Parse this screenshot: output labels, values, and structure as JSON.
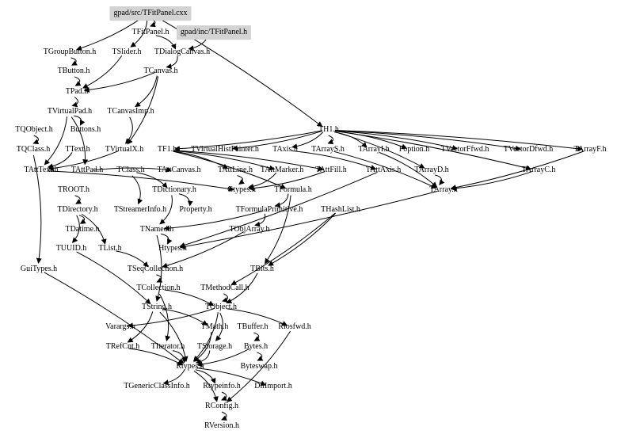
{
  "diagram": {
    "title": "Include dependency graph for gpad/src/TFitPanel.cxx",
    "highlight_color": "#d3d3d3",
    "nodes": [
      {
        "id": "TFitPanel_cxx",
        "label": "gpad/src/TFitPanel.cxx",
        "highlight": true
      },
      {
        "id": "TFitPanel_h",
        "label": "TFitPanel.h"
      },
      {
        "id": "inc_TFitPanel_h",
        "label": "gpad/inc/TFitPanel.h",
        "highlight": true
      },
      {
        "id": "TGroupButton",
        "label": "TGroupButton.h"
      },
      {
        "id": "TSlider",
        "label": "TSlider.h"
      },
      {
        "id": "TDialogCanvas",
        "label": "TDialogCanvas.h"
      },
      {
        "id": "TButton",
        "label": "TButton.h"
      },
      {
        "id": "TCanvas",
        "label": "TCanvas.h"
      },
      {
        "id": "TPad",
        "label": "TPad.h"
      },
      {
        "id": "TVirtualPad",
        "label": "TVirtualPad.h"
      },
      {
        "id": "TCanvasImp",
        "label": "TCanvasImp.h"
      },
      {
        "id": "TQObject",
        "label": "TQObject.h"
      },
      {
        "id": "Buttons",
        "label": "Buttons.h"
      },
      {
        "id": "TH1",
        "label": "TH1.h"
      },
      {
        "id": "TQClass",
        "label": "TQClass.h"
      },
      {
        "id": "TText",
        "label": "TText.h"
      },
      {
        "id": "TVirtualX",
        "label": "TVirtualX.h"
      },
      {
        "id": "TF1",
        "label": "TF1.h"
      },
      {
        "id": "TVirtualHistPainter",
        "label": "TVirtualHistPainter.h"
      },
      {
        "id": "TAxis",
        "label": "TAxis.h"
      },
      {
        "id": "TArrayS",
        "label": "TArrayS.h"
      },
      {
        "id": "TArrayI",
        "label": "TArrayI.h"
      },
      {
        "id": "Foption",
        "label": "Foption.h"
      },
      {
        "id": "TVectorFfwd",
        "label": "TVectorFfwd.h"
      },
      {
        "id": "TVectorDfwd",
        "label": "TVectorDfwd.h"
      },
      {
        "id": "TArrayF",
        "label": "TArrayF.h"
      },
      {
        "id": "TAttText",
        "label": "TAttText.h"
      },
      {
        "id": "TAttPad",
        "label": "TAttPad.h"
      },
      {
        "id": "TClass",
        "label": "TClass.h"
      },
      {
        "id": "TAttCanvas",
        "label": "TAttCanvas.h"
      },
      {
        "id": "TAttLine",
        "label": "TAttLine.h"
      },
      {
        "id": "TAttMarker",
        "label": "TAttMarker.h"
      },
      {
        "id": "TAttFill",
        "label": "TAttFill.h"
      },
      {
        "id": "TAttAxis",
        "label": "TAttAxis.h"
      },
      {
        "id": "TArrayD",
        "label": "TArrayD.h"
      },
      {
        "id": "TArrayC",
        "label": "TArrayC.h"
      },
      {
        "id": "TROOT",
        "label": "TROOT.h"
      },
      {
        "id": "TDictionary",
        "label": "TDictionary.h"
      },
      {
        "id": "Gtypes",
        "label": "Gtypes.h"
      },
      {
        "id": "TFormula",
        "label": "TFormula.h"
      },
      {
        "id": "TArray",
        "label": "TArray.h"
      },
      {
        "id": "TDirectory",
        "label": "TDirectory.h"
      },
      {
        "id": "TStreamerInfo",
        "label": "TStreamerInfo.h"
      },
      {
        "id": "Property",
        "label": "Property.h"
      },
      {
        "id": "TFormulaPrimitive",
        "label": "TFormulaPrimitive.h"
      },
      {
        "id": "THashList",
        "label": "THashList.h"
      },
      {
        "id": "TDatime",
        "label": "TDatime.h"
      },
      {
        "id": "TNamed",
        "label": "TNamed.h"
      },
      {
        "id": "TObjArray",
        "label": "TObjArray.h"
      },
      {
        "id": "TUUID",
        "label": "TUUID.h"
      },
      {
        "id": "TList",
        "label": "TList.h"
      },
      {
        "id": "Htypes",
        "label": "Htypes.h"
      },
      {
        "id": "GuiTypes",
        "label": "GuiTypes.h"
      },
      {
        "id": "TSeqCollection",
        "label": "TSeqCollection.h"
      },
      {
        "id": "TBits",
        "label": "TBits.h"
      },
      {
        "id": "TCollection",
        "label": "TCollection.h"
      },
      {
        "id": "TMethodCall",
        "label": "TMethodCall.h"
      },
      {
        "id": "TString",
        "label": "TString.h"
      },
      {
        "id": "TObject",
        "label": "TObject.h"
      },
      {
        "id": "Varargs",
        "label": "Varargs.h"
      },
      {
        "id": "TMath",
        "label": "TMath.h"
      },
      {
        "id": "TBuffer",
        "label": "TBuffer.h"
      },
      {
        "id": "Riosfwd",
        "label": "Riosfwd.h"
      },
      {
        "id": "TRefCnt",
        "label": "TRefCnt.h"
      },
      {
        "id": "TIterator",
        "label": "TIterator.h"
      },
      {
        "id": "TStorage",
        "label": "TStorage.h"
      },
      {
        "id": "Bytes",
        "label": "Bytes.h"
      },
      {
        "id": "Rtypes",
        "label": "Rtypes.h"
      },
      {
        "id": "Byteswap",
        "label": "Byteswap.h"
      },
      {
        "id": "TGenericClassInfo",
        "label": "TGenericClassInfo.h"
      },
      {
        "id": "Rtypeinfo",
        "label": "Rtypeinfo.h"
      },
      {
        "id": "DllImport",
        "label": "DllImport.h"
      },
      {
        "id": "RConfig",
        "label": "RConfig.h"
      },
      {
        "id": "RVersion",
        "label": "RVersion.h"
      }
    ],
    "edges": [
      [
        "TFitPanel_cxx",
        "TFitPanel_h"
      ],
      [
        "TFitPanel_cxx",
        "TGroupButton"
      ],
      [
        "TFitPanel_cxx",
        "TSlider"
      ],
      [
        "TFitPanel_cxx",
        "TH1"
      ],
      [
        "TFitPanel_h",
        "TDialogCanvas"
      ],
      [
        "inc_TFitPanel_h",
        "TDialogCanvas"
      ],
      [
        "TGroupButton",
        "TButton"
      ],
      [
        "TDialogCanvas",
        "TCanvas"
      ],
      [
        "TSlider",
        "TPad"
      ],
      [
        "TButton",
        "TPad"
      ],
      [
        "TCanvas",
        "TPad"
      ],
      [
        "TPad",
        "TVirtualPad"
      ],
      [
        "TCanvas",
        "TCanvasImp"
      ],
      [
        "TVirtualPad",
        "Buttons"
      ],
      [
        "TCanvasImp",
        "TVirtualX"
      ],
      [
        "TQObject",
        "TQClass"
      ],
      [
        "TCanvas",
        "TVirtualX"
      ],
      [
        "TH1",
        "TF1"
      ],
      [
        "TH1",
        "TAxis"
      ],
      [
        "TH1",
        "TArrayS"
      ],
      [
        "TH1",
        "TArrayI"
      ],
      [
        "TH1",
        "Foption"
      ],
      [
        "TH1",
        "TVectorFfwd"
      ],
      [
        "TH1",
        "TVectorDfwd"
      ],
      [
        "TH1",
        "TArrayF"
      ],
      [
        "TH1",
        "TArrayD"
      ],
      [
        "TH1",
        "TArrayC"
      ],
      [
        "TH1",
        "TVirtualHistPainter"
      ],
      [
        "TVirtualPad",
        "TAttText"
      ],
      [
        "TVirtualPad",
        "TAttPad"
      ],
      [
        "TText",
        "TAttText"
      ],
      [
        "TVirtualX",
        "TAttText"
      ],
      [
        "TAttPad",
        "TAttCanvas"
      ],
      [
        "TF1",
        "TAttLine"
      ],
      [
        "TF1",
        "TAttMarker"
      ],
      [
        "TF1",
        "TAttFill"
      ],
      [
        "TAxis",
        "TAttAxis"
      ],
      [
        "TArrayS",
        "TArray"
      ],
      [
        "TArrayI",
        "TArray"
      ],
      [
        "TArrayF",
        "TArray"
      ],
      [
        "TArrayD",
        "TArray"
      ],
      [
        "TArrayC",
        "TArray"
      ],
      [
        "TAttLine",
        "Gtypes"
      ],
      [
        "TAttMarker",
        "Gtypes"
      ],
      [
        "TAttFill",
        "Gtypes"
      ],
      [
        "TAttText",
        "Gtypes"
      ],
      [
        "TF1",
        "TFormula"
      ],
      [
        "TClass",
        "TDictionary"
      ],
      [
        "TClass",
        "TStreamerInfo"
      ],
      [
        "TDictionary",
        "Property"
      ],
      [
        "TDictionary",
        "TNamed"
      ],
      [
        "TROOT",
        "TDirectory"
      ],
      [
        "TDirectory",
        "TDatime"
      ],
      [
        "TDirectory",
        "TUUID"
      ],
      [
        "TDirectory",
        "TList"
      ],
      [
        "TFormula",
        "TFormulaPrimitive"
      ],
      [
        "TFormula",
        "TBits"
      ],
      [
        "TFormulaPrimitive",
        "TNamed"
      ],
      [
        "TFormulaPrimitive",
        "TObjArray"
      ],
      [
        "THashList",
        "TBits"
      ],
      [
        "TObjArray",
        "TSeqCollection"
      ],
      [
        "TList",
        "TSeqCollection"
      ],
      [
        "TNamed",
        "TString"
      ],
      [
        "TSeqCollection",
        "TCollection"
      ],
      [
        "TCollection",
        "TObject"
      ],
      [
        "TCollection",
        "TIterator"
      ],
      [
        "TMethodCall",
        "TObject"
      ],
      [
        "TObject",
        "Riosfwd"
      ],
      [
        "TObject",
        "Varargs"
      ],
      [
        "TObject",
        "TStorage"
      ],
      [
        "TObject",
        "Rtypes"
      ],
      [
        "TString",
        "TRefCnt"
      ],
      [
        "TString",
        "TMath"
      ],
      [
        "TString",
        "Rtypes"
      ],
      [
        "TBuffer",
        "Bytes"
      ],
      [
        "Bytes",
        "Byteswap"
      ],
      [
        "TMath",
        "Rtypes"
      ],
      [
        "TRefCnt",
        "Rtypes"
      ],
      [
        "TIterator",
        "Rtypes"
      ],
      [
        "TStorage",
        "Rtypes"
      ],
      [
        "Bytes",
        "Rtypes"
      ],
      [
        "Rtypes",
        "TGenericClassInfo"
      ],
      [
        "Rtypes",
        "Rtypeinfo"
      ],
      [
        "Rtypes",
        "DllImport"
      ],
      [
        "Rtypes",
        "RConfig"
      ],
      [
        "Rtypeinfo",
        "RConfig"
      ],
      [
        "Riosfwd",
        "RConfig"
      ],
      [
        "RConfig",
        "RVersion"
      ],
      [
        "TAttAxis",
        "Htypes"
      ],
      [
        "TArray",
        "Htypes"
      ],
      [
        "TNamed",
        "Htypes"
      ],
      [
        "GuiTypes",
        "Rtypes"
      ],
      [
        "TBits",
        "TObject"
      ],
      [
        "THashList",
        "TMethodCall"
      ],
      [
        "TQClass",
        "GuiTypes"
      ],
      [
        "TUUID",
        "TString"
      ]
    ]
  }
}
